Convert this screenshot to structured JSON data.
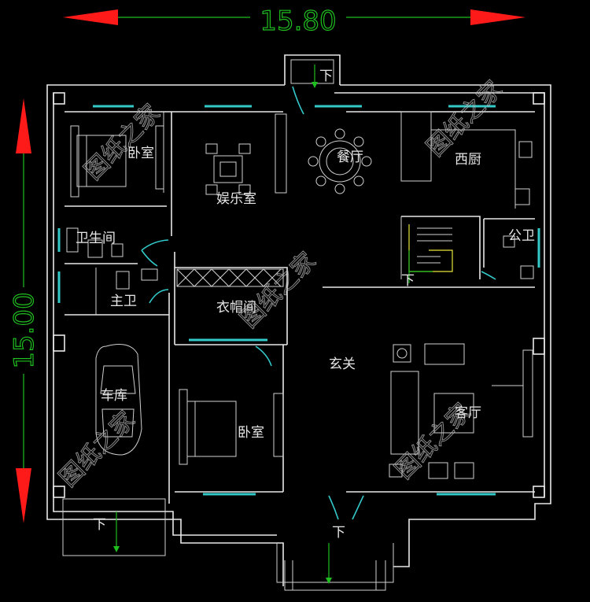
{
  "dimensions": {
    "width_label": "15.80",
    "height_label": "15.00"
  },
  "rooms": {
    "bedroom_top": "卧室",
    "entertainment": "娱乐室",
    "dining": "餐厅",
    "western_kitchen": "西厨",
    "bathroom": "卫生间",
    "public_wc": "公卫",
    "master_bath": "主卫",
    "cloakroom": "衣帽间",
    "garage": "车库",
    "foyer": "玄关",
    "bedroom_bottom": "卧室",
    "living": "客厅"
  },
  "stairs": {
    "down_north": "下",
    "down_stair": "下",
    "down_south": "下",
    "down_garage": "下"
  },
  "watermark": "图纸之家",
  "colors": {
    "background": "#000000",
    "wall": "#e8e8e8",
    "window": "#33c9c9",
    "dimension": "#1fbf1f",
    "arrow": "#ff1a1a"
  }
}
